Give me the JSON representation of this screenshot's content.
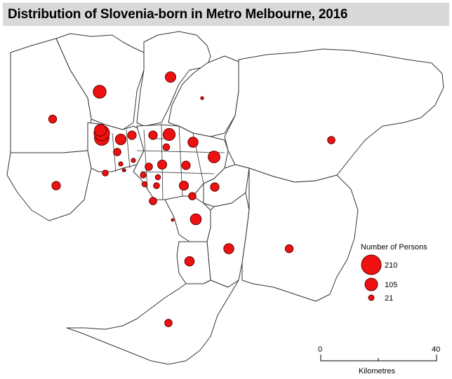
{
  "title": "Distribution of Slovenia-born in Metro Melbourne, 2016",
  "colors": {
    "dot_fill": "#ee1111",
    "dot_stroke": "#660000",
    "title_bg": "#d9d9d9"
  },
  "legend": {
    "title": "Number of Persons",
    "items": [
      {
        "label": "210",
        "value": 210
      },
      {
        "label": "105",
        "value": 105
      },
      {
        "label": "21",
        "value": 21
      }
    ]
  },
  "scale_bar": {
    "start_label": "0",
    "end_label": "40",
    "unit_label": "Kilometres"
  },
  "regions": [
    {
      "persons": 115
    },
    {
      "persons": 90
    },
    {
      "persons": 60
    },
    {
      "persons": 62
    },
    {
      "persons": 40
    },
    {
      "persons": 130
    },
    {
      "persons": 80
    },
    {
      "persons": 40
    },
    {
      "persons": 30
    },
    {
      "persons": 55
    },
    {
      "persons": 75
    },
    {
      "persons": 5
    },
    {
      "persons": 45
    },
    {
      "persons": 30
    },
    {
      "persons": 10
    },
    {
      "persons": 18
    },
    {
      "persons": 10
    },
    {
      "persons": 40
    },
    {
      "persons": 15
    },
    {
      "persons": 40
    },
    {
      "persons": 45
    },
    {
      "persons": 20
    },
    {
      "persons": 30
    },
    {
      "persons": 65
    },
    {
      "persons": 50
    },
    {
      "persons": 15
    },
    {
      "persons": 20
    },
    {
      "persons": 5
    },
    {
      "persons": 55
    },
    {
      "persons": 75
    },
    {
      "persons": 40
    },
    {
      "persons": 35
    },
    {
      "persons": 30
    },
    {
      "persons": 35
    },
    {
      "persons": 30
    },
    {
      "persons": 30
    },
    {
      "persons": 25
    },
    {
      "persons": 3
    },
    {
      "persons": 3
    }
  ]
}
